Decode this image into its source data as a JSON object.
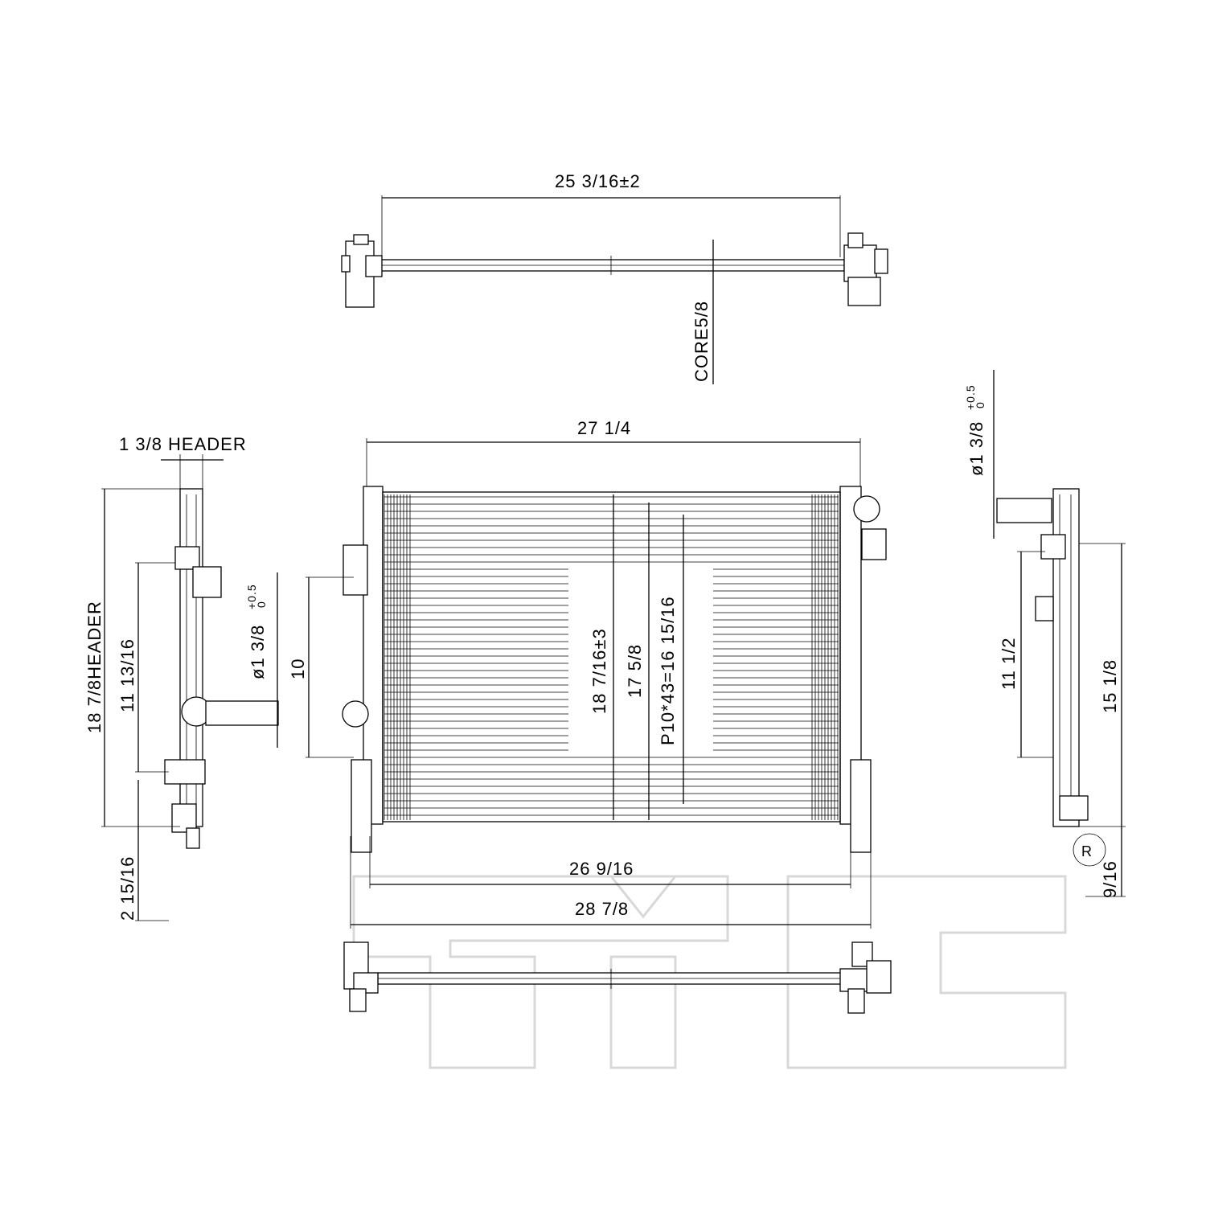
{
  "diagram": {
    "top_view": {
      "width_label": "25 3/16±2",
      "core_label": "CORE5/8"
    },
    "front_view": {
      "overall_width_label": "27 1/4",
      "core_height_label": "18 7/16±3",
      "tank_height_label": "17 5/8",
      "fin_pitch_label": "P10*43=16 15/16",
      "inlet_offset_label": "10",
      "core_width_label": "26 9/16",
      "total_width_label": "28 7/8"
    },
    "left_view": {
      "header_width_label": "1 3/8 HEADER",
      "header_height_label": "18 7/8HEADER",
      "inlet_position_label": "11 13/16",
      "inlet_diameter_label": "ø1 3/8",
      "tolerance_upper": "+0.5",
      "tolerance_lower": "0",
      "bottom_offset_label": "2 15/16"
    },
    "right_view": {
      "outlet_diameter_label": "ø1 3/8",
      "tolerance_upper": "+0.5",
      "tolerance_lower": "0",
      "outlet_position_label": "11 1/2",
      "height_label": "15 1/8",
      "bottom_offset_label": "9/16"
    },
    "watermark": {
      "brand": "TYC",
      "registered_mark": "R"
    }
  }
}
